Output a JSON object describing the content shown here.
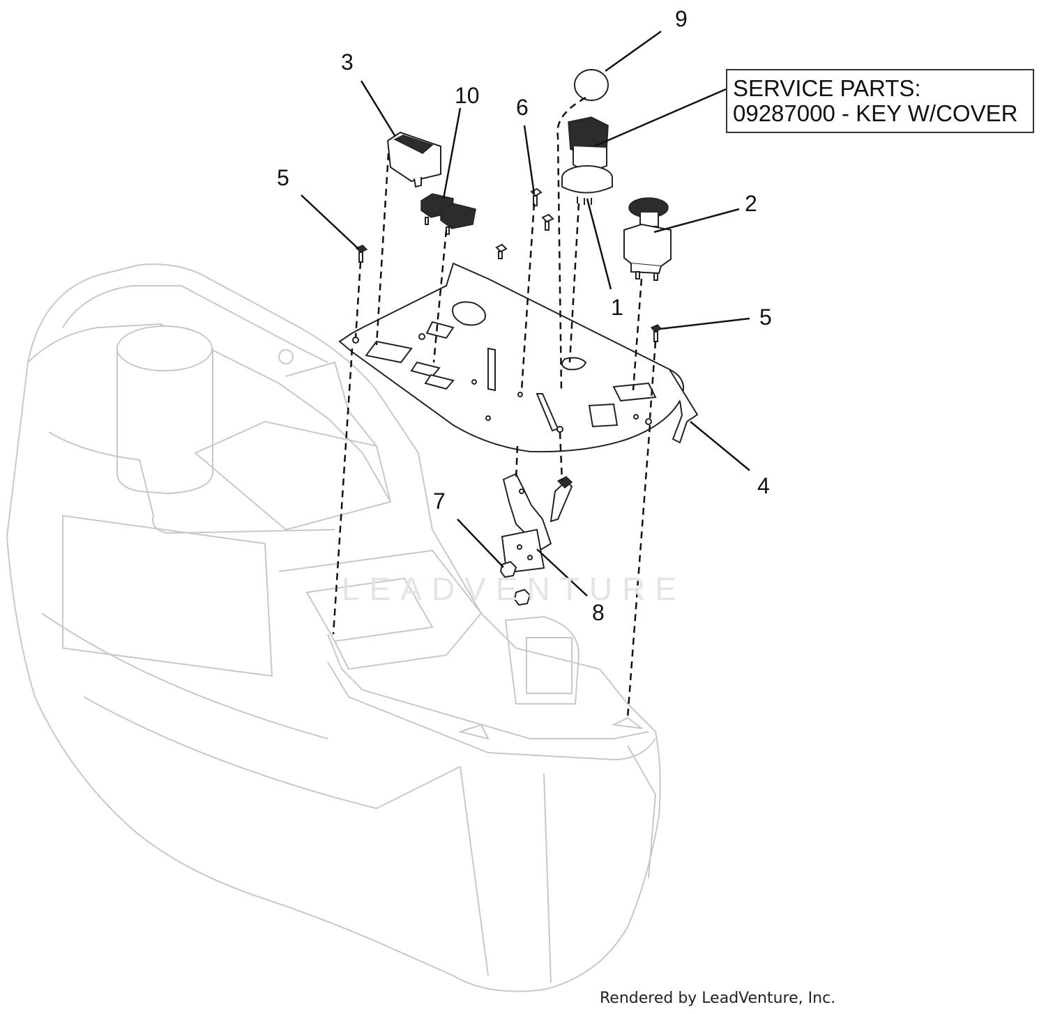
{
  "callouts": [
    {
      "id": "1",
      "label": "1"
    },
    {
      "id": "2",
      "label": "2"
    },
    {
      "id": "3",
      "label": "3"
    },
    {
      "id": "4",
      "label": "4"
    },
    {
      "id": "5a",
      "label": "5"
    },
    {
      "id": "5b",
      "label": "5"
    },
    {
      "id": "6",
      "label": "6"
    },
    {
      "id": "7",
      "label": "7"
    },
    {
      "id": "8",
      "label": "8"
    },
    {
      "id": "9",
      "label": "9"
    },
    {
      "id": "10",
      "label": "10"
    }
  ],
  "service_parts": {
    "line1": "SERVICE PARTS:",
    "line2": "09287000 - KEY W/COVER"
  },
  "watermark": "LEADVENTURE",
  "credit": "Rendered by LeadVenture, Inc."
}
